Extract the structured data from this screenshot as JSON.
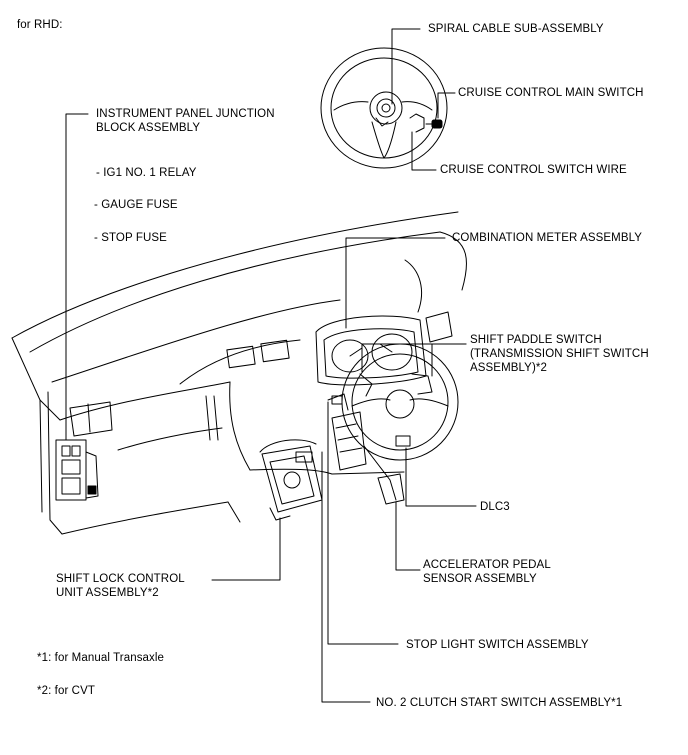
{
  "header": {
    "variant": "for RHD:"
  },
  "labels": {
    "spiral_cable": "SPIRAL CABLE SUB-ASSEMBLY",
    "cruise_main_switch": "CRUISE CONTROL MAIN SWITCH",
    "cruise_switch_wire": "CRUISE CONTROL SWITCH WIRE",
    "junction_block_line1": "INSTRUMENT PANEL JUNCTION",
    "junction_block_line2": "BLOCK ASSEMBLY",
    "ig1_relay": "- IG1 NO. 1 RELAY",
    "gauge_fuse": "- GAUGE FUSE",
    "stop_fuse": "- STOP FUSE",
    "combination_meter": "COMBINATION METER ASSEMBLY",
    "paddle_line1": "SHIFT PADDLE SWITCH",
    "paddle_line2": "(TRANSMISSION SHIFT SWITCH",
    "paddle_line3": "ASSEMBLY)*2",
    "dlc3": "DLC3",
    "accel_line1": "ACCELERATOR PEDAL",
    "accel_line2": "SENSOR ASSEMBLY",
    "shift_lock_line1": "SHIFT LOCK CONTROL",
    "shift_lock_line2": "UNIT ASSEMBLY*2",
    "stop_light_switch": "STOP LIGHT SWITCH ASSEMBLY",
    "clutch_switch": "NO. 2 CLUTCH START SWITCH ASSEMBLY*1"
  },
  "footnotes": {
    "note1": "*1: for Manual Transaxle",
    "note2": "*2: for CVT"
  }
}
